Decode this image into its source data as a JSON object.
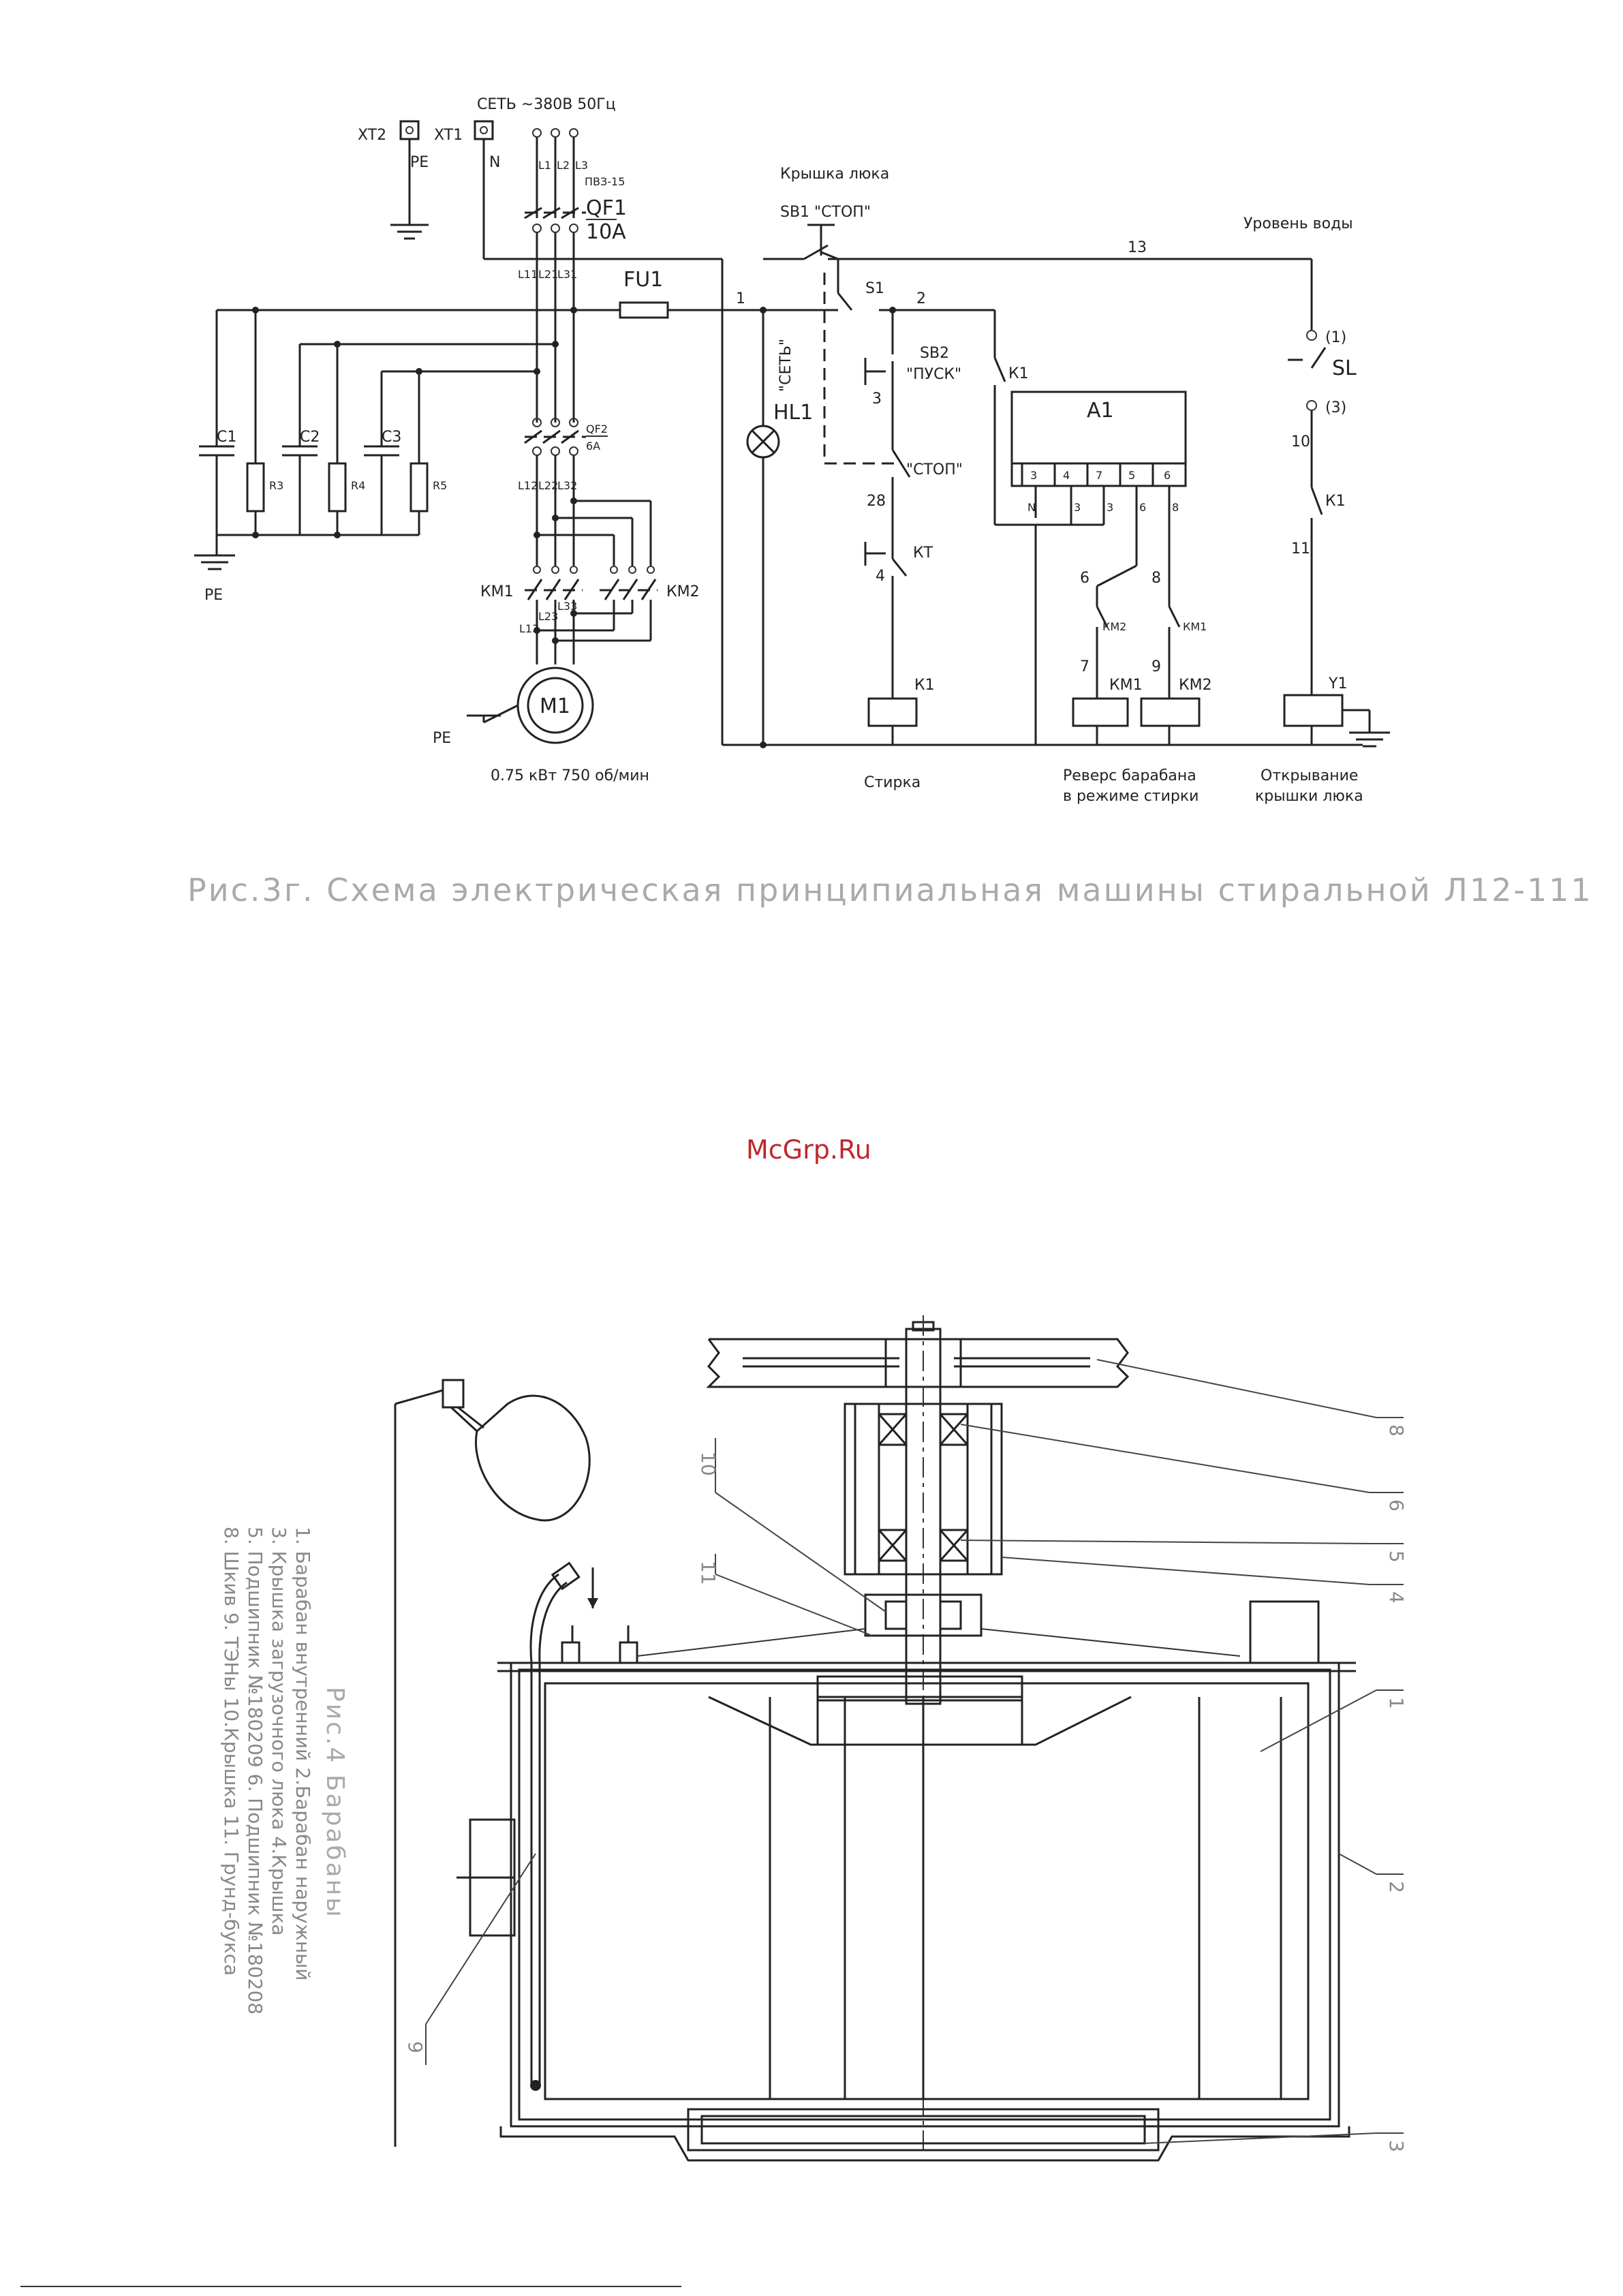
{
  "colors": {
    "line": "#222222",
    "caption": "#aaaaaa",
    "watermark": "#c0262d"
  },
  "schematic": {
    "xt2": "XT2",
    "xt1": "XT1",
    "pe_top": "PE",
    "n_label": "N",
    "supply": "СЕТЬ ~380В 50Гц",
    "l1": "L1",
    "l2": "L2",
    "l3": "L3",
    "pvz": "ПВЗ-15",
    "qf1": "QF1",
    "qf1_rating": "10А",
    "l11": "L11",
    "l21": "L21",
    "l31": "L31",
    "qf2": "QF2",
    "qf2_rating": "6А",
    "l12": "L12",
    "l22": "L22",
    "l32": "L32",
    "l13": "L13",
    "l23": "L23",
    "l33": "L33",
    "km1": "КМ1",
    "km2": "КМ2",
    "m1": "М1",
    "pe_motor": "PE",
    "motor_spec": "0.75 кВт 750 об/мин",
    "c1": "C1",
    "c2": "C2",
    "c3": "C3",
    "r3": "R3",
    "r4": "R4",
    "r5": "R5",
    "pe_bottom": "PE",
    "fu1": "FU1",
    "lid_title": "Крышка люка",
    "sb1": "SB1 \"СТОП\"",
    "water_level": "Уровень воды",
    "hl1": "HL1",
    "hl1_text": "\"СЕТЬ\"",
    "s1": "S1",
    "sb2": "SB2",
    "pusk": "\"ПУСК\"",
    "stop2": "\"СТОП\"",
    "kt": "КТ",
    "k1": "К1",
    "a1": "A1",
    "a1_pins": [
      "3",
      "4",
      "7",
      "5",
      "6"
    ],
    "a1_wires": [
      "N",
      "3",
      "3",
      "6",
      "8"
    ],
    "sl": "SL",
    "sl_pos1": "(1)",
    "sl_pos3": "(3)",
    "y1": "Y1",
    "wire_nums": {
      "w1": "1",
      "w2": "2",
      "w3": "3",
      "w4": "4",
      "w6": "6",
      "w7": "7",
      "w8": "8",
      "w9": "9",
      "w10": "10",
      "w11": "11",
      "w13": "13",
      "w28": "28"
    },
    "section_wash": "Стирка",
    "section_reverse_1": "Реверс барабана",
    "section_reverse_2": "в режиме стирки",
    "section_open_1": "Открывание",
    "section_open_2": "крышки люка",
    "caption": "Рис.3г. Схема электрическая принципиальная машины стиральной Л12-111"
  },
  "watermark": "McGrp.Ru",
  "drum": {
    "caption": "Рис.4 Барабаны",
    "legend": [
      "1. Барабан внутренний  2.Барабан наружный",
      "3. Крышка загрузочного люка  4.Крышка",
      "5. Подшипник №180209  6. Подшипник №180208",
      "8. Шкив  9. ТЭНы  10.Крышка  11. Грунд-букса"
    ],
    "callouts": [
      "8",
      "6",
      "5",
      "4",
      "10",
      "11",
      "1",
      "2",
      "3",
      "9"
    ]
  }
}
